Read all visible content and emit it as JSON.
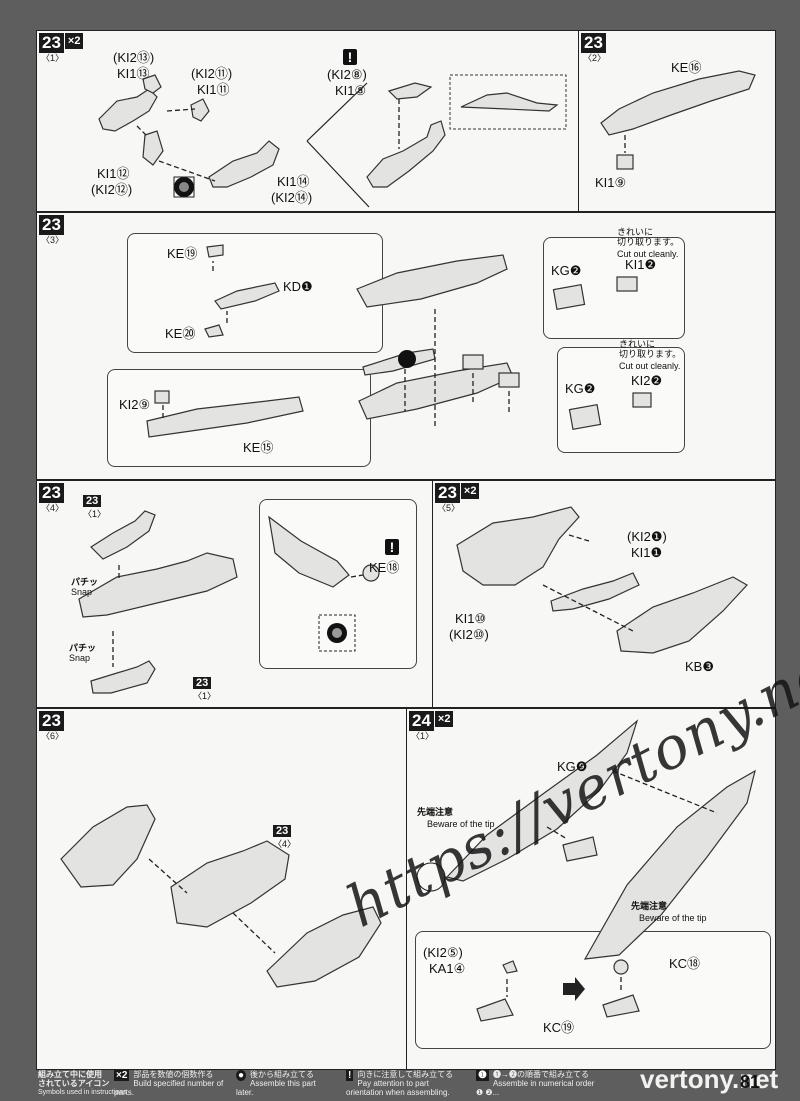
{
  "panels": {
    "p1": {
      "step": "23",
      "sub": "〈1〉",
      "mult": "×2",
      "labels": [
        "(KI2⑬)",
        "KI1⑬",
        "(KI2⑪)",
        "KI1⑪",
        "KI1⑫",
        "(KI2⑫)",
        "KI1⑭",
        "(KI2⑭)",
        "(KI2⑧)",
        "KI1⑧"
      ]
    },
    "p2": {
      "step": "23",
      "sub": "〈2〉",
      "labels": [
        "KE⑯",
        "KI1⑨"
      ]
    },
    "p3": {
      "step": "23",
      "sub": "〈3〉",
      "labels": [
        "KE⑲",
        "KD❶",
        "KE⑳",
        "KI2⑨",
        "KE⑮",
        "KG❷",
        "KI1❷",
        "KG❷",
        "KI2❷"
      ],
      "cut_jp": "きれいに\n切り取ります。",
      "cut_en": "Cut out cleanly."
    },
    "p4": {
      "step": "23",
      "sub": "〈4〉",
      "labels": [
        "KE⑱"
      ],
      "snap": "パチッ",
      "snap_en": "Snap",
      "ref": "23",
      "ref_sub": "〈1〉"
    },
    "p5": {
      "step": "23",
      "sub": "〈5〉",
      "mult": "×2",
      "labels": [
        "(KI2❶)",
        "KI1❶",
        "KI1⑩",
        "(KI2⑩)",
        "KB❸"
      ]
    },
    "p6": {
      "step": "23",
      "sub": "〈6〉",
      "ref": "23",
      "ref_sub": "〈4〉"
    },
    "p7": {
      "step": "24",
      "sub": "〈1〉",
      "mult": "×2",
      "labels": [
        "KG❾",
        "KC⑱",
        "KC⑲",
        "(KI2⑤)",
        "KA1④"
      ],
      "tip_jp": "先端注意",
      "tip_en": "Beware of the tip"
    }
  },
  "footer": {
    "title_jp": "組み立て中に使用\nされているアイコン",
    "title_en": "Symbols used in instructions",
    "icons": [
      {
        "symbol": "×2",
        "jp": "部品を数値の個数作る",
        "en": "Build specified number of parts."
      },
      {
        "symbol": "●",
        "jp": "後から組み立てる",
        "en": "Assemble this part later."
      },
      {
        "symbol": "!",
        "jp": "向きに注意して組み立てる",
        "en": "Pay attention to part orientation when assembling."
      },
      {
        "symbol": "❶",
        "jp": "❶→❷の順番で組み立てる",
        "en": "Assemble in numerical order ❶ ❷..."
      }
    ]
  },
  "watermark": "https://vertony.net/",
  "watermark2": "vertony.net",
  "page_number": "81"
}
